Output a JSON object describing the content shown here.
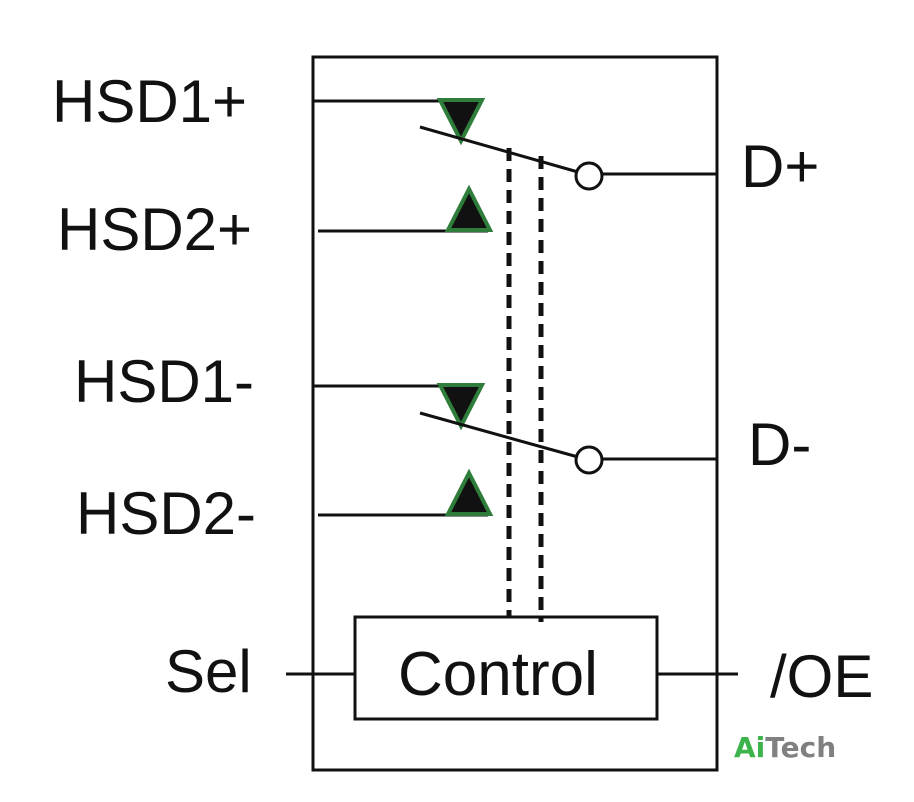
{
  "pins": {
    "hsd1_plus": "HSD1+",
    "hsd2_plus": "HSD2+",
    "hsd1_minus": "HSD1-",
    "hsd2_minus": "HSD2-",
    "sel": "Sel",
    "d_plus": "D+",
    "d_minus": "D-",
    "oe": "/OE"
  },
  "control_block": {
    "label": "Control"
  },
  "watermark": {
    "part1": "Ai",
    "part2": "Tech"
  },
  "colors": {
    "line": "#111111",
    "triangle_fill": "#111111",
    "triangle_outline": "#2e7d3a",
    "watermark_ai": "#3cb44b",
    "watermark_tech": "#808080"
  }
}
